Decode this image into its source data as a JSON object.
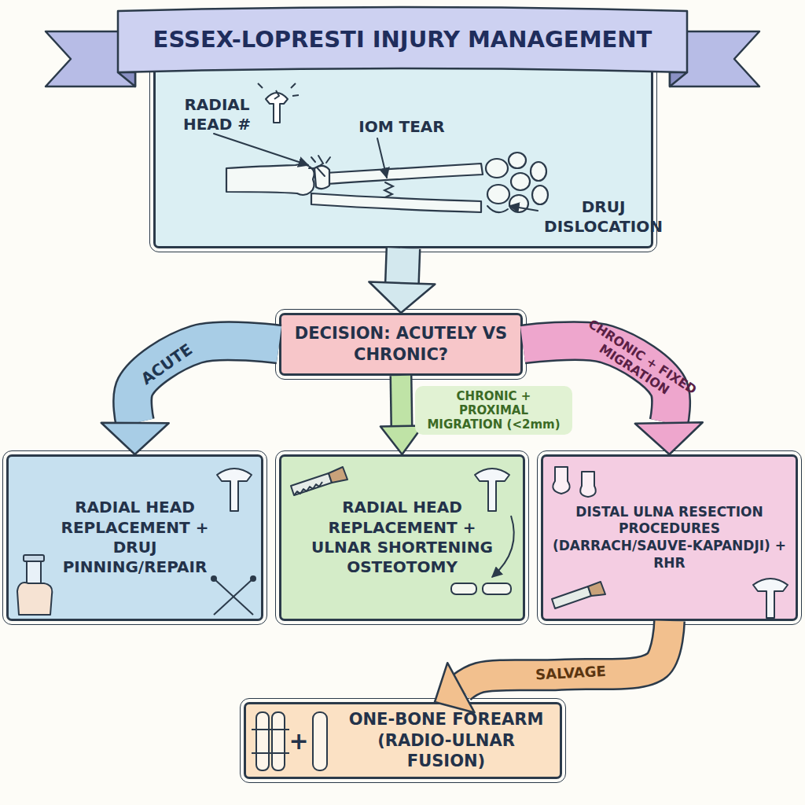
{
  "diagram": {
    "title": "ESSEX-LOPRESTI INJURY MANAGEMENT",
    "nodes": [
      {
        "text": [
          "RADIAL HEAD #",
          "IOM TEAR",
          "DRUJ DISLOCATION"
        ]
      },
      {
        "text": [
          "DECISION: ACUTELY VS CHRONIC?"
        ]
      },
      {
        "text": [
          "RADIAL HEAD REPLACEMENT + DRUJ PINNING/REPAIR"
        ]
      },
      {
        "text": [
          "RADIAL HEAD REPLACEMENT + ULNAR SHORTENING OSTEOTOMY"
        ]
      },
      {
        "text": [
          "DISTAL ULNA RESECTION PROCEDURES (DARRACH/SAUVE-KAPANDJI) + RHR"
        ]
      },
      {
        "text": [
          "ONE-BONE FOREARM (RADIO-ULNAR FUSION)"
        ]
      }
    ],
    "edges": [
      {
        "from": 0,
        "to": 1,
        "arrow": "to"
      },
      {
        "from": 1,
        "to": 2,
        "label": "ACUTE",
        "arrow": "to"
      },
      {
        "from": 1,
        "to": 3,
        "label": "CHRONIC + PROXIMAL MIGRATION (<2mm)",
        "arrow": "to"
      },
      {
        "from": 1,
        "to": 4,
        "label": "CHRONIC + FIXED MIGRATION",
        "arrow": "to"
      },
      {
        "from": 4,
        "to": 5,
        "label": "SALVAGE",
        "arrow": "to"
      }
    ],
    "labels": [
      "+"
    ]
  }
}
